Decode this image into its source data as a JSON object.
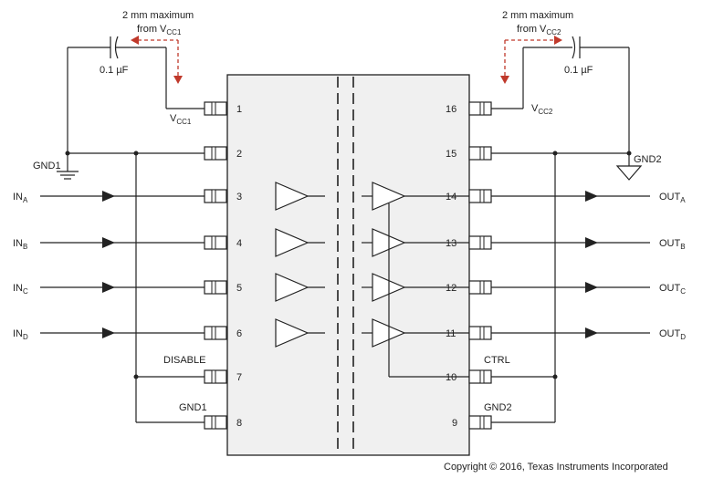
{
  "notes": {
    "left_line1": "2 mm maximum",
    "left_line2": "from V",
    "left_sub": "CC1",
    "right_line1": "2 mm maximum",
    "right_line2": "from V",
    "right_sub": "CC2",
    "cap_left": "0.1 µF",
    "cap_right": "0.1 µF"
  },
  "supply": {
    "vcc1": "V",
    "vcc1_sub": "CC1",
    "vcc2": "V",
    "vcc2_sub": "CC2",
    "gnd1_label": "GND1",
    "gnd2_label": "GND2"
  },
  "left_pins": [
    {
      "num": "1"
    },
    {
      "num": "2"
    },
    {
      "num": "3"
    },
    {
      "num": "4"
    },
    {
      "num": "5"
    },
    {
      "num": "6"
    },
    {
      "num": "7"
    },
    {
      "num": "8"
    }
  ],
  "right_pins": [
    {
      "num": "16"
    },
    {
      "num": "15"
    },
    {
      "num": "14"
    },
    {
      "num": "13"
    },
    {
      "num": "12"
    },
    {
      "num": "11"
    },
    {
      "num": "10"
    },
    {
      "num": "9"
    }
  ],
  "inputs": [
    {
      "name": "IN",
      "sub": "A"
    },
    {
      "name": "IN",
      "sub": "B"
    },
    {
      "name": "IN",
      "sub": "C"
    },
    {
      "name": "IN",
      "sub": "D"
    }
  ],
  "outputs": [
    {
      "name": "OUT",
      "sub": "A"
    },
    {
      "name": "OUT",
      "sub": "B"
    },
    {
      "name": "OUT",
      "sub": "C"
    },
    {
      "name": "OUT",
      "sub": "D"
    }
  ],
  "control": {
    "disable": "DISABLE",
    "gnd1_pin8": "GND1",
    "ctrl": "CTRL",
    "gnd2_pin9": "GND2"
  },
  "colors": {
    "package_fill": "#f0f0f0",
    "line": "#222222",
    "dashed_arrow": "#c0392b"
  },
  "copyright": "Copyright © 2016, Texas Instruments Incorporated"
}
